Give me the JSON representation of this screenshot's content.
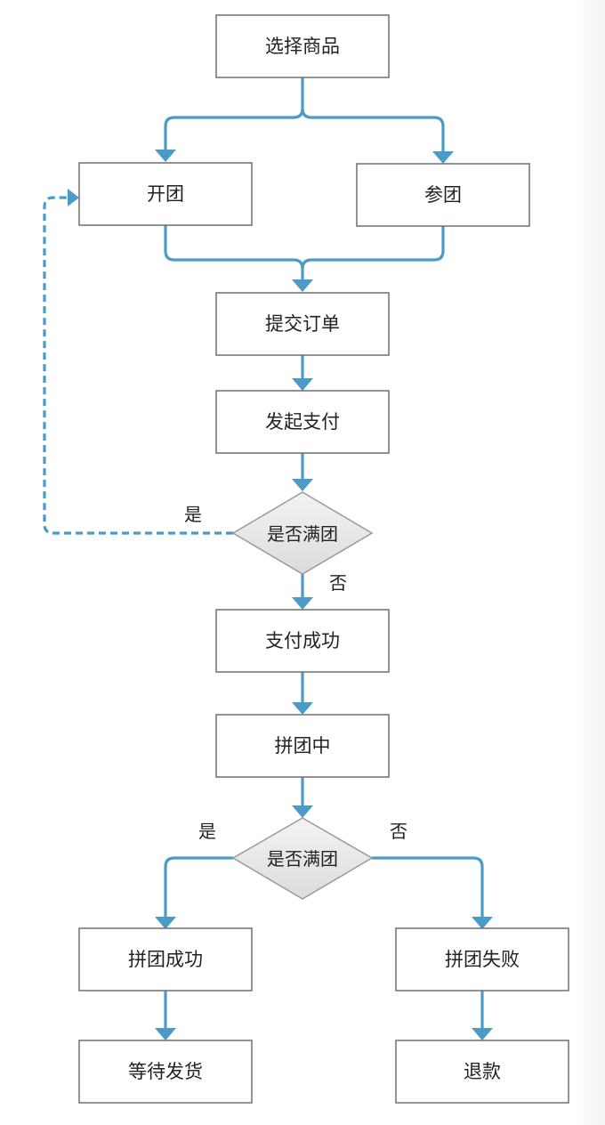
{
  "nodes": {
    "select_product": "选择商品",
    "open_group": "开团",
    "join_group": "参团",
    "submit_order": "提交订单",
    "initiate_payment": "发起支付",
    "check_full_1": "是否满团",
    "payment_success": "支付成功",
    "grouping": "拼团中",
    "check_full_2": "是否满团",
    "group_success": "拼团成功",
    "group_fail": "拼团失败",
    "await_shipment": "等待发货",
    "refund": "退款"
  },
  "edge_labels": {
    "check1_yes": "是",
    "check1_no": "否",
    "check2_yes": "是",
    "check2_no": "否"
  },
  "colors": {
    "connector": "#4a9bc8",
    "box_border": "#6f6f6f",
    "decision_fill": "#e6e6e6"
  }
}
